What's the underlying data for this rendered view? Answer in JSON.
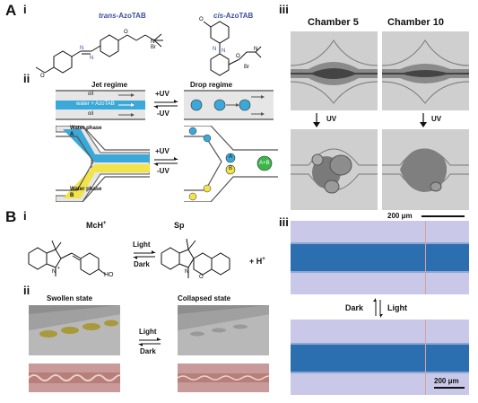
{
  "panel_A": {
    "letter": "A",
    "sub_i": "i",
    "sub_ii": "ii",
    "sub_iii": "iii",
    "trans_label_prefix": "trans",
    "cis_label_prefix": "cis",
    "azotab_suffix": "-AzoTAB",
    "br_label": "Br",
    "jet_regime": "Jet regime",
    "drop_regime": "Drop regime",
    "oil": "oil",
    "water_azotab": "water + AzoTAB",
    "plus_uv": "+UV",
    "minus_uv": "-UV",
    "water_phase_a": "Water phase A",
    "water_phase_b": "Water phase B",
    "drop_a": "A",
    "drop_b": "B",
    "drop_ab": "A+B",
    "chamber5": "Chamber 5",
    "chamber10": "Chamber 10",
    "uv": "UV",
    "scale": "200 μm"
  },
  "panel_B": {
    "letter": "B",
    "sub_i": "i",
    "sub_ii": "ii",
    "sub_iii": "iii",
    "mch": "McH",
    "mch_sup": "+",
    "sp": "Sp",
    "light": "Light",
    "dark": "Dark",
    "h_plus": "+ H",
    "h_sup": "+",
    "oh": "HO",
    "swollen": "Swollen state",
    "collapsed": "Collapsed state",
    "dark_light_left": "Dark",
    "dark_light_right": "Light",
    "scale": "200 μm"
  },
  "colors": {
    "water_blue": "#3aa8d8",
    "yellow": "#f2e34a",
    "green": "#3bb54a",
    "channel_blue": "#2c6fb0",
    "lavender": "#c9c8e8"
  }
}
